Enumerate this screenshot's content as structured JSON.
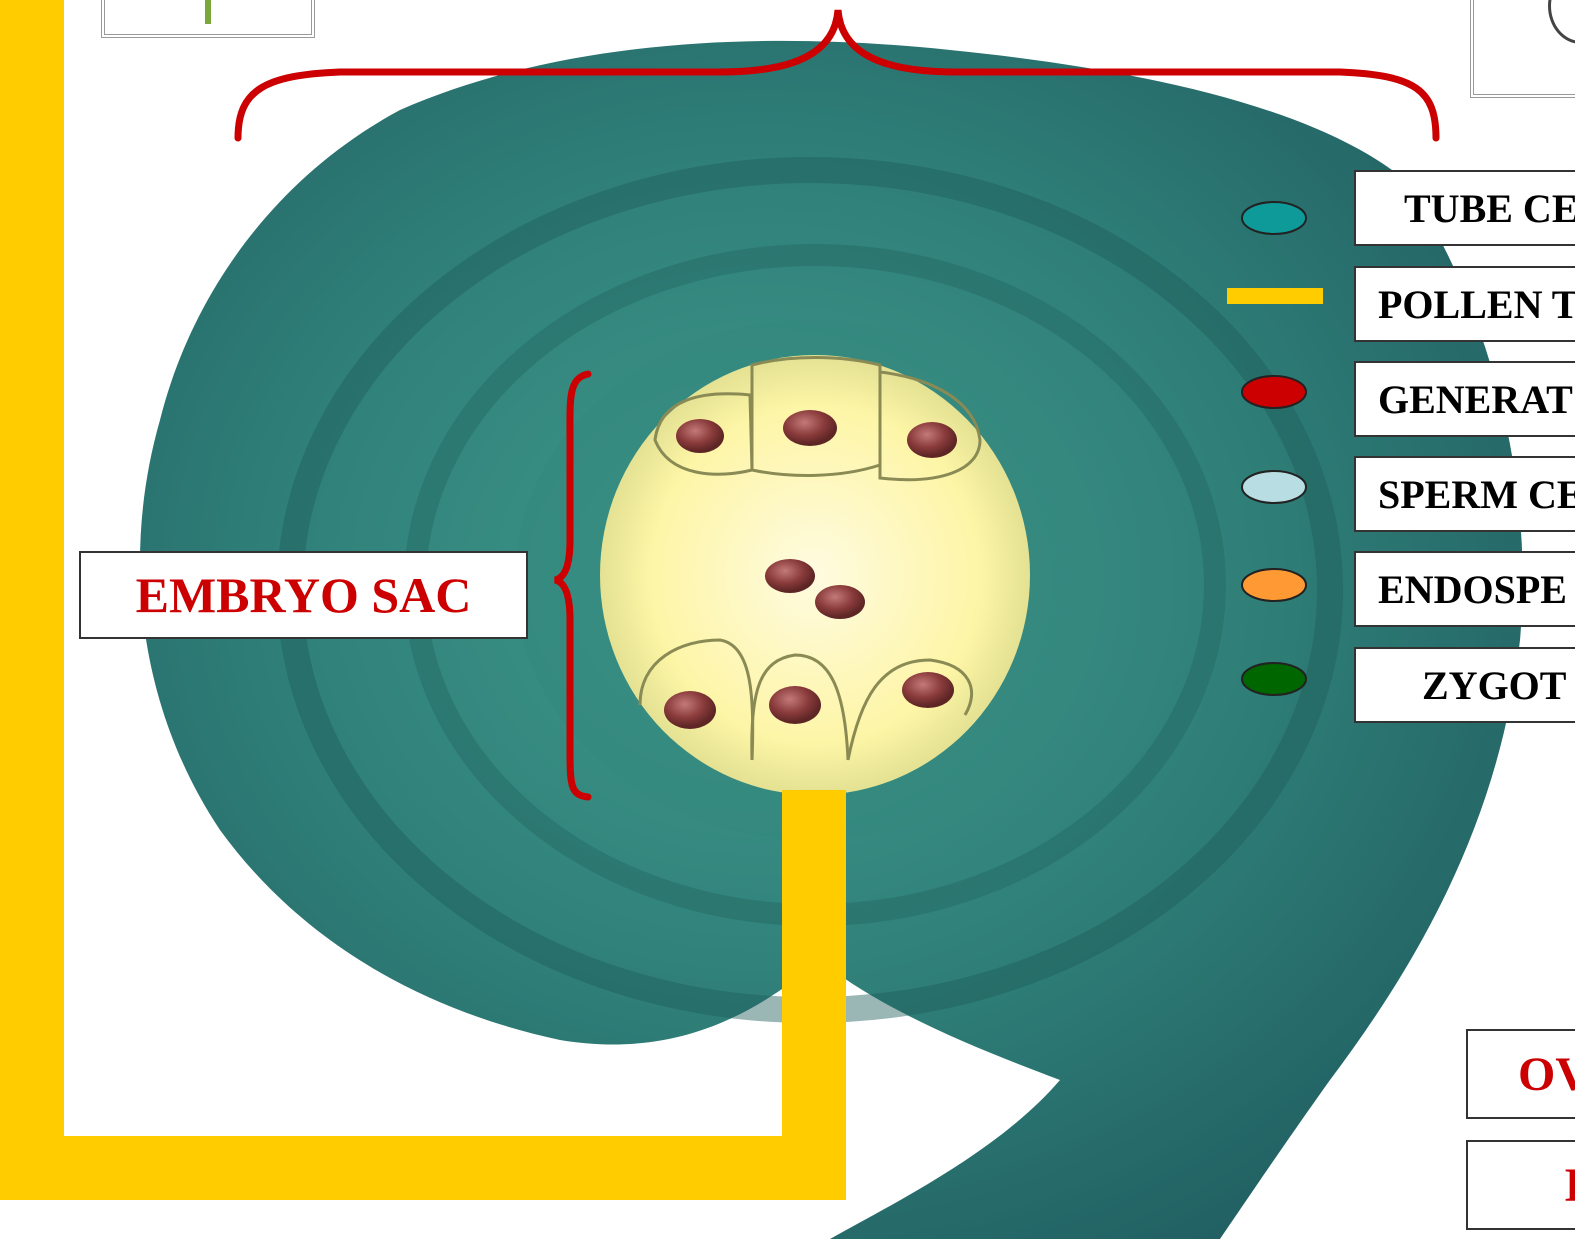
{
  "labels": {
    "embryo_sac": "EMBRYO SAC",
    "ovule": "OV",
    "second_red_label": "I"
  },
  "legend": [
    {
      "label": "TUBE CE",
      "marker": "ellipse",
      "color": "#0f9a9a"
    },
    {
      "label": "POLLEN T",
      "marker": "bar",
      "color": "#ffcc00"
    },
    {
      "label": "GENERAT",
      "marker": "ellipse",
      "color": "#cc0000"
    },
    {
      "label": "SPERM CE",
      "marker": "ellipse",
      "color": "#b8dde2"
    },
    {
      "label": "ENDOSPE",
      "marker": "ellipse",
      "color": "#ff9933"
    },
    {
      "label": "ZYGOT",
      "marker": "ellipse",
      "color": "#006600"
    }
  ],
  "colors": {
    "ovule_tissue": "#2f7f78",
    "embryo_sac_fill": "#fdf5a6",
    "nucleus": "#8a3b3b",
    "pollen_tube": "#ffcc00",
    "bracket": "#cc0000"
  }
}
